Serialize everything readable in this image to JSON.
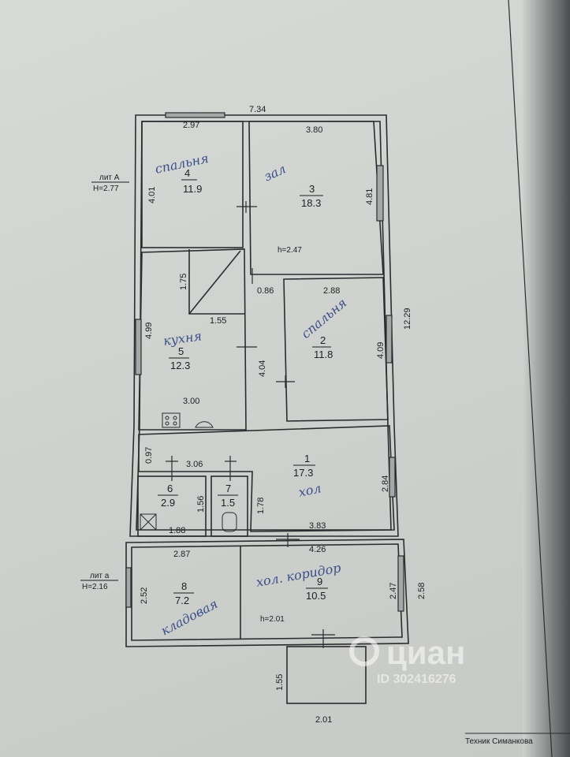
{
  "dims": {
    "total_width": "7.34",
    "total_length": "12.29",
    "r4_width": "2.97",
    "r4_height": "4.01",
    "r3_width": "3.80",
    "r3_height": "4.81",
    "stair_h": "1.75",
    "stair_w": "1.55",
    "r5_height": "4.99",
    "r5_width": "3.00",
    "gap": "0.86",
    "r2_width": "2.88",
    "r2_height": "4.09",
    "corr_h": "4.04",
    "hall_strip": "0.97",
    "r6_7_width": "3.06",
    "r6_h": "1.56",
    "r6_w": "1.88",
    "hall_h": "1.78",
    "r1_h": "2.84",
    "r1_w": "3.83",
    "veranda_width": "4.26",
    "r8_width": "2.87",
    "r8_h": "2.52",
    "r9_h": "2.47",
    "veranda_h": "2.58",
    "porch_h": "1.55",
    "porch_w": "2.01"
  },
  "labels": {
    "lit_A": "лит А",
    "h_A": "H=2.77",
    "lit_a": "лит а",
    "h_a": "H=2.16",
    "h_r3": "h=2.47",
    "h_r9": "h=2.01"
  },
  "rooms": [
    {
      "num": "4",
      "area": "11.9",
      "name": "спальня"
    },
    {
      "num": "3",
      "area": "18.3",
      "name": "зал"
    },
    {
      "num": "5",
      "area": "12.3",
      "name": "кухня"
    },
    {
      "num": "2",
      "area": "11.8",
      "name": "спальня"
    },
    {
      "num": "1",
      "area": "17.3",
      "name": "хол"
    },
    {
      "num": "6",
      "area": "2.9",
      "name": ""
    },
    {
      "num": "7",
      "area": "1.5",
      "name": ""
    },
    {
      "num": "8",
      "area": "7.2",
      "name": "кладовая"
    },
    {
      "num": "9",
      "area": "10.5",
      "name": "хол. коридор"
    }
  ],
  "watermark": {
    "brand": "циан",
    "id": "ID 302416276"
  },
  "footer": {
    "tech": "Техник  Симанкова"
  }
}
